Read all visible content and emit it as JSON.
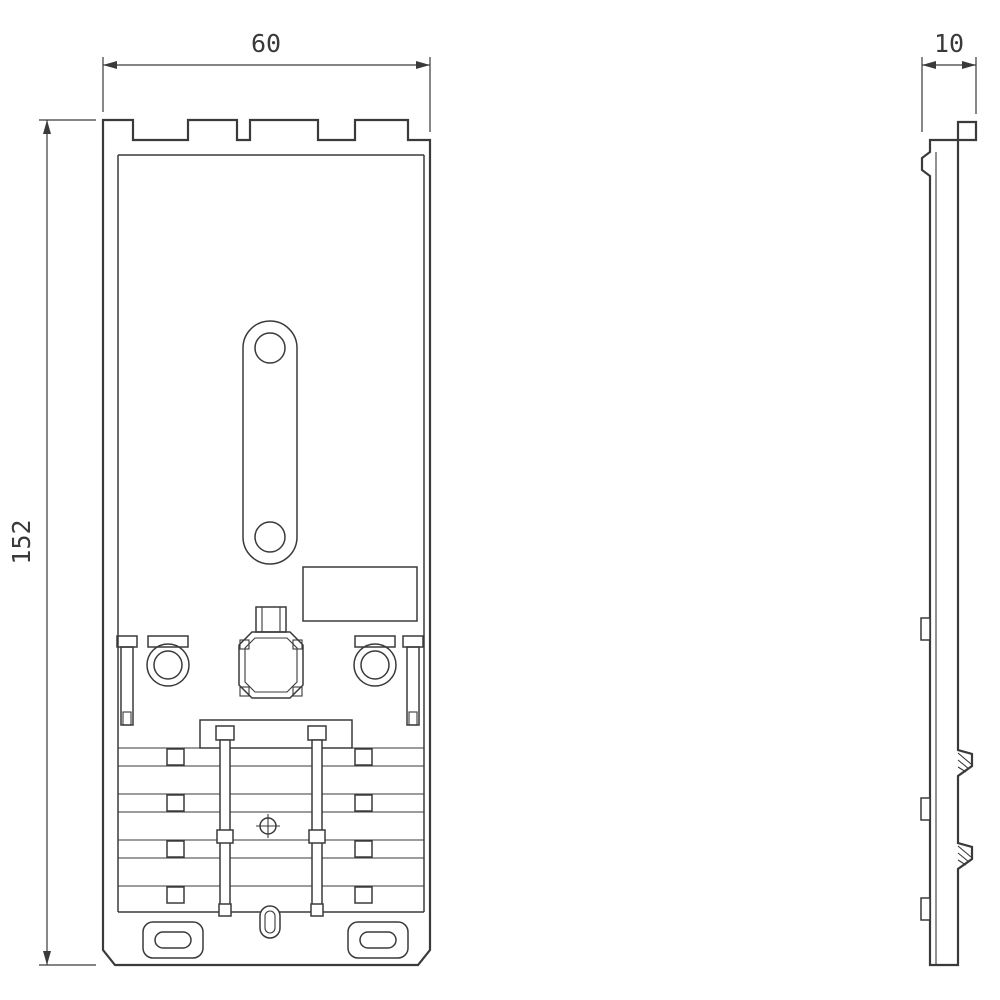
{
  "theme": {
    "line-color": "#3a3a3a",
    "bg-color": "#ffffff"
  },
  "drawing": {
    "dimensions": {
      "width": "60",
      "height": "152",
      "depth": "10"
    }
  }
}
